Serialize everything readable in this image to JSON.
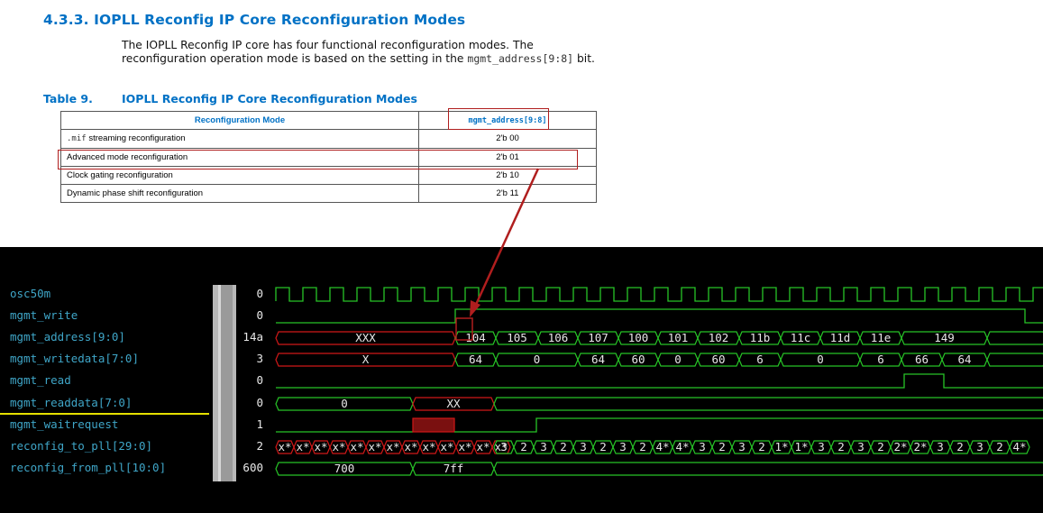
{
  "doc": {
    "section_title": "4.3.3. IOPLL Reconfig IP Core Reconfiguration Modes",
    "paragraph_part1": "The IOPLL Reconfig IP core has four functional reconfiguration modes. The reconfiguration operation mode is based on the setting in the ",
    "paragraph_code": "mgmt_address[9:8]",
    "paragraph_part2": " bit.",
    "table_number": "Table 9.",
    "table_caption": "IOPLL Reconfig IP Core Reconfiguration Modes",
    "table_headers": [
      "Reconfiguration Mode",
      "mgmt_address[9:8]"
    ],
    "table_rows": [
      {
        "mode_code": ".mif",
        "mode_text": " streaming reconfiguration",
        "value": "2'b 00"
      },
      {
        "mode_code": "",
        "mode_text": "Advanced mode reconfiguration",
        "value": "2'b 01"
      },
      {
        "mode_code": "",
        "mode_text": "Clock gating reconfiguration",
        "value": "2'b 10"
      },
      {
        "mode_code": "",
        "mode_text": "Dynamic phase shift reconfiguration",
        "value": "2'b 11"
      }
    ]
  },
  "waveform": {
    "signals": [
      {
        "name": "osc50m",
        "value": "0"
      },
      {
        "name": "mgmt_write",
        "value": "0"
      },
      {
        "name": "mgmt_address[9:0]",
        "value": "14a"
      },
      {
        "name": "mgmt_writedata[7:0]",
        "value": "3"
      },
      {
        "name": "mgmt_read",
        "value": "0"
      },
      {
        "name": "mgmt_readdata[7:0]",
        "value": "0"
      },
      {
        "name": "mgmt_waitrequest",
        "value": "1"
      },
      {
        "name": "reconfig_to_pll[29:0]",
        "value": "2"
      },
      {
        "name": "reconfig_from_pll[10:0]",
        "value": "600"
      }
    ],
    "address_labels": [
      "XXX",
      "104",
      "105",
      "106",
      "107",
      "100",
      "101",
      "102",
      "11b",
      "11c",
      "11d",
      "11e",
      "149"
    ],
    "writedata_labels": [
      "X",
      "64",
      "0",
      "64",
      "60",
      "0",
      "60",
      "6",
      "0",
      "6",
      "66",
      "64"
    ],
    "readdata_labels": [
      "0",
      "XX"
    ],
    "to_pll_labels": [
      "3",
      "2",
      "3",
      "2",
      "3",
      "2",
      "3",
      "2",
      "4*",
      "4*",
      "3",
      "2",
      "3",
      "2",
      "1*",
      "1*",
      "3",
      "2",
      "3",
      "2",
      "2*",
      "2*",
      "3",
      "2",
      "3",
      "2",
      "4*"
    ],
    "to_pll_x_label": "x*",
    "from_pll_labels": [
      "700",
      "7ff"
    ],
    "colors": {
      "wave_green": "#27c427",
      "wave_red": "#d01818",
      "signal_name": "#3fa6c8",
      "annotation_red": "#b01e1e",
      "doc_blue": "#0071c5"
    }
  }
}
